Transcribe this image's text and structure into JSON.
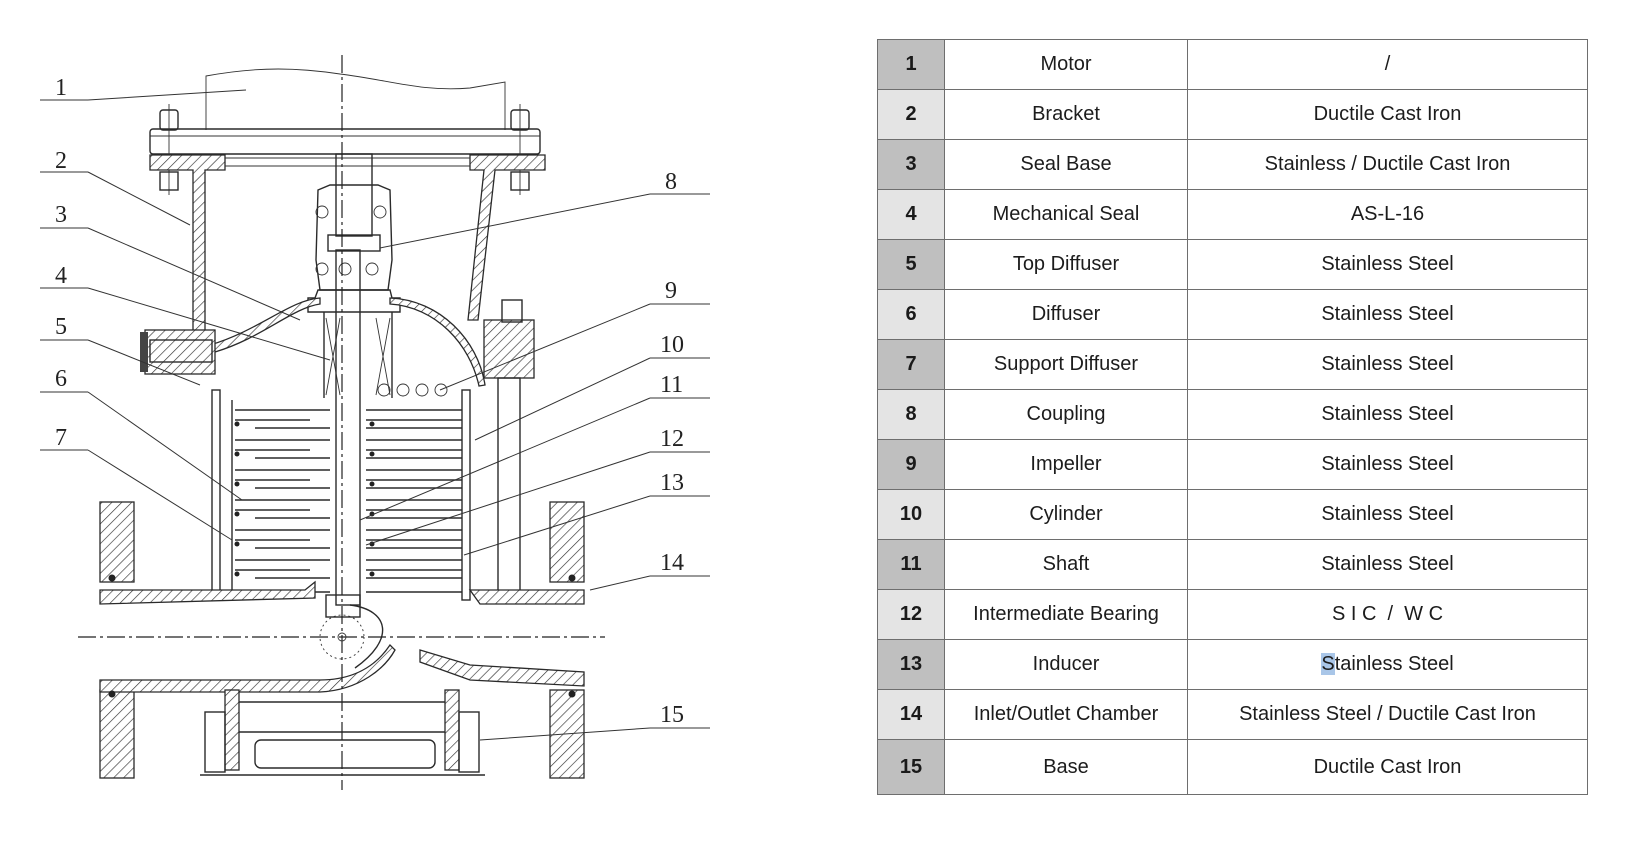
{
  "diagram": {
    "title": "Vertical multistage pump sectional drawing",
    "callouts": [
      "1",
      "2",
      "3",
      "4",
      "5",
      "6",
      "7",
      "8",
      "9",
      "10",
      "11",
      "12",
      "13",
      "14",
      "15"
    ]
  },
  "parts_table": {
    "rows": [
      {
        "no": "1",
        "part": "Motor",
        "material": "/"
      },
      {
        "no": "2",
        "part": "Bracket",
        "material": "Ductile Cast Iron"
      },
      {
        "no": "3",
        "part": "Seal Base",
        "material": "Stainless / Ductile Cast Iron"
      },
      {
        "no": "4",
        "part": "Mechanical Seal",
        "material": "AS-L-16"
      },
      {
        "no": "5",
        "part": "Top Diffuser",
        "material": "Stainless Steel"
      },
      {
        "no": "6",
        "part": "Diffuser",
        "material": "Stainless Steel"
      },
      {
        "no": "7",
        "part": "Support Diffuser",
        "material": "Stainless Steel"
      },
      {
        "no": "8",
        "part": "Coupling",
        "material": "Stainless Steel"
      },
      {
        "no": "9",
        "part": "Impeller",
        "material": "Stainless Steel"
      },
      {
        "no": "10",
        "part": "Cylinder",
        "material": "Stainless Steel"
      },
      {
        "no": "11",
        "part": "Shaft",
        "material": "Stainless Steel"
      },
      {
        "no": "12",
        "part": "Intermediate Bearing",
        "material": "S I C  /  W C"
      },
      {
        "no": "13",
        "part": "Inducer",
        "material_selected_char": "S",
        "material_rest": "tainless Steel"
      },
      {
        "no": "14",
        "part": "Inlet/Outlet Chamber",
        "material": "Stainless Steel / Ductile Cast Iron"
      },
      {
        "no": "15",
        "part": "Base",
        "material": "Ductile Cast Iron"
      }
    ]
  },
  "colors": {
    "number_cell_dark": "#bfbfbf",
    "number_cell_light": "#e4e4e4",
    "border": "#6e6e6e",
    "text_selection": "#a9c6e8"
  }
}
